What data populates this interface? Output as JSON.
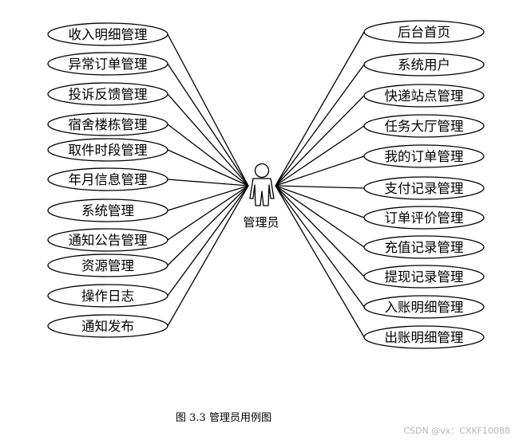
{
  "actor": {
    "label": "管理员"
  },
  "left_use_cases": [
    "收入明细管理",
    "异常订单管理",
    "投诉反馈管理",
    "宿舍楼栋管理",
    "取件时段管理",
    "年月信息管理",
    "系统管理",
    "通知公告管理",
    "资源管理",
    "操作日志",
    "通知发布"
  ],
  "right_use_cases": [
    "后台首页",
    "系统用户",
    "快递站点管理",
    "任务大厅管理",
    "我的订单管理",
    "支付记录管理",
    "订单评价管理",
    "充值记录管理",
    "提现记录管理",
    "入账明细管理",
    "出账明细管理"
  ],
  "caption": "图 3.3  管理员用例图",
  "watermark": "CSDN @vx：CXKF10088"
}
